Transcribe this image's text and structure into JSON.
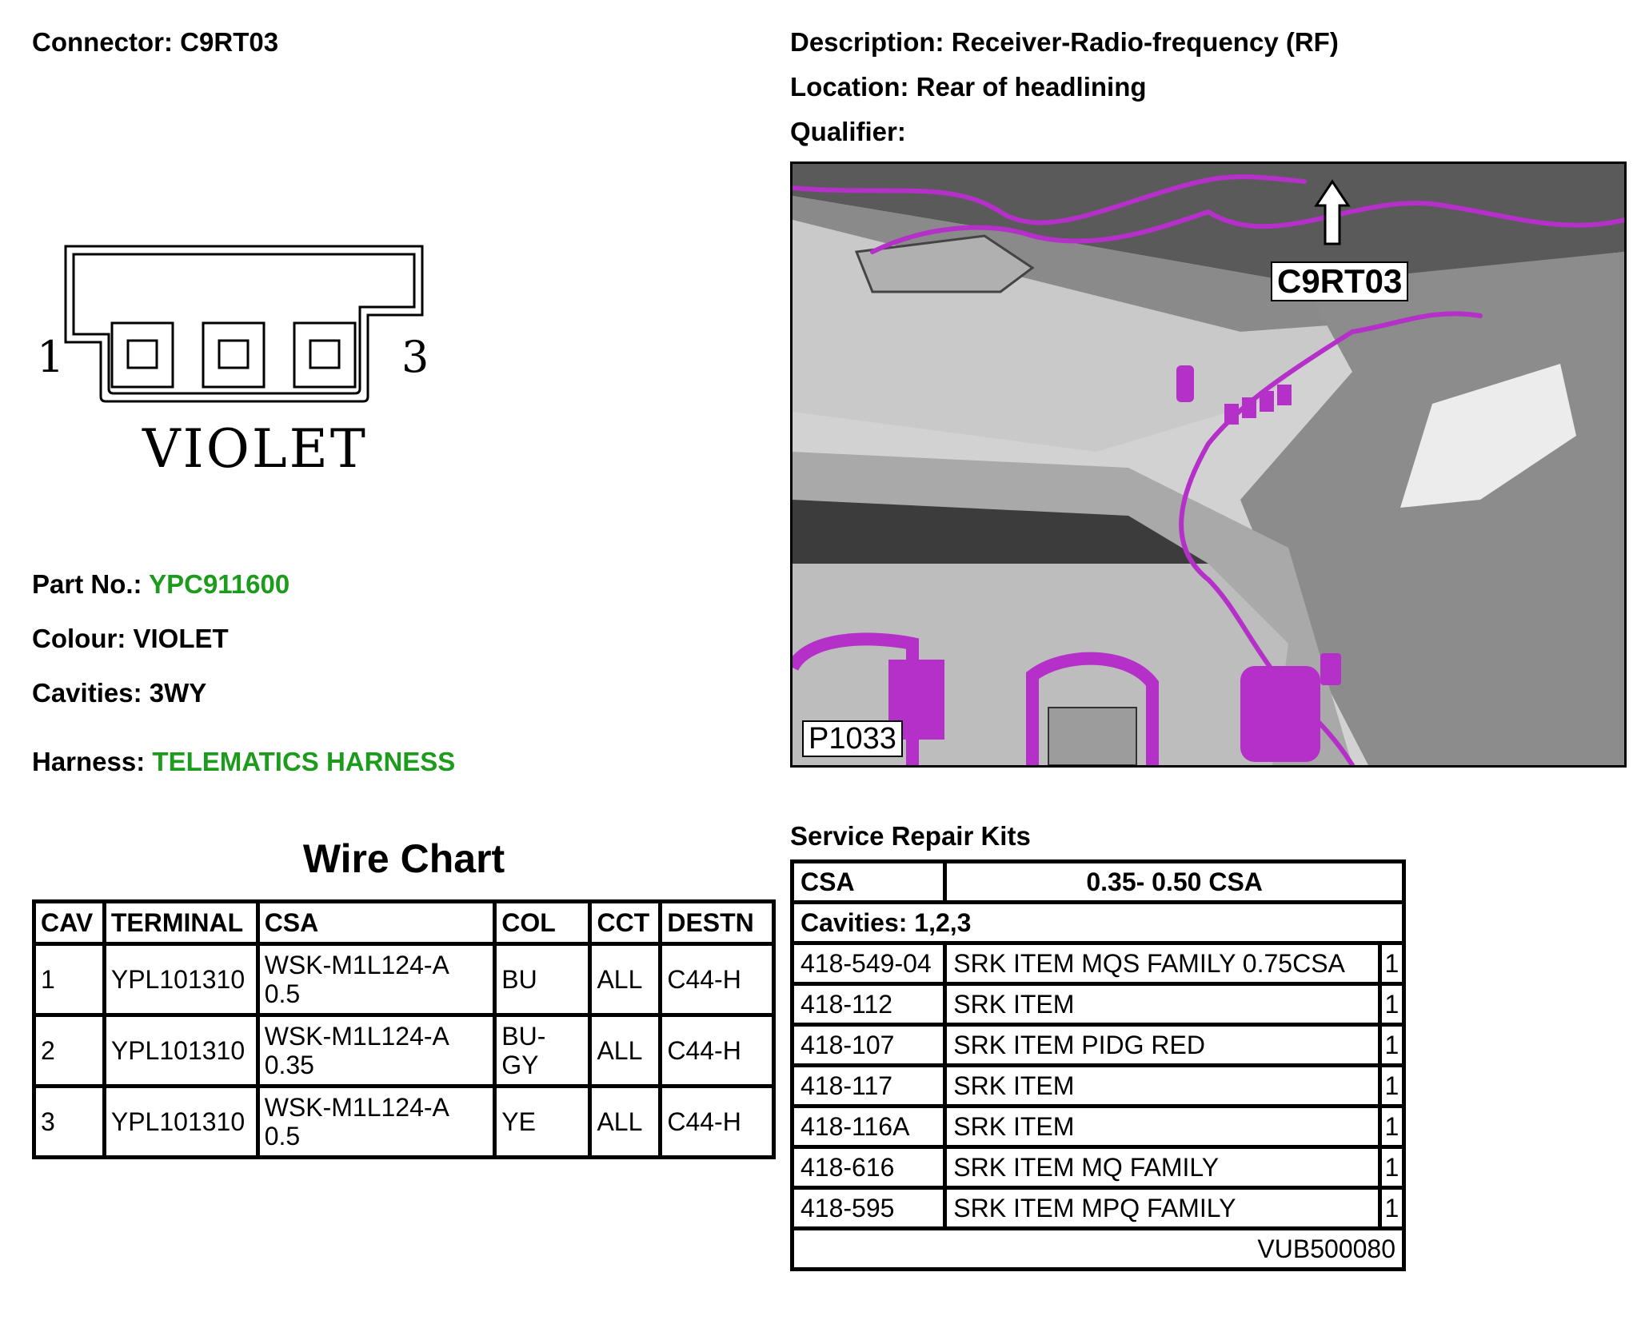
{
  "header": {
    "connector_label": "Connector:",
    "connector_value": "C9RT03",
    "description_label": "Description:",
    "description_value": "Receiver-Radio-frequency (RF)",
    "location_label": "Location:",
    "location_value": "Rear of headlining",
    "qualifier_label": "Qualifier:",
    "qualifier_value": ""
  },
  "connector_diagram": {
    "pin_first": "1",
    "pin_last": "3",
    "colour_text": "VIOLET"
  },
  "part": {
    "part_no_label": "Part No.:",
    "part_no_value": "YPC911600",
    "colour_label": "Colour:",
    "colour_value": "VIOLET",
    "cavities_label": "Cavities:",
    "cavities_value": "3WY",
    "harness_label": "Harness:",
    "harness_value": "TELEMATICS HARNESS"
  },
  "photo": {
    "callout_connector": "C9RT03",
    "callout_other": "P1033"
  },
  "wire_chart": {
    "title": "Wire Chart",
    "columns": [
      "CAV",
      "TERMINAL",
      "CSA",
      "COL",
      "CCT",
      "DESTN"
    ],
    "rows": [
      {
        "cav": "1",
        "terminal": "YPL101310",
        "csa_1": "WSK-M1L124-A",
        "csa_2": "0.5",
        "col_1": "BU",
        "col_2": "",
        "cct": "ALL",
        "destn": "C44-H"
      },
      {
        "cav": "2",
        "terminal": "YPL101310",
        "csa_1": "WSK-M1L124-A",
        "csa_2": "0.35",
        "col_1": "BU-",
        "col_2": "GY",
        "cct": "ALL",
        "destn": "C44-H"
      },
      {
        "cav": "3",
        "terminal": "YPL101310",
        "csa_1": "WSK-M1L124-A",
        "csa_2": "0.5",
        "col_1": "YE",
        "col_2": "",
        "cct": "ALL",
        "destn": "C44-H"
      }
    ]
  },
  "service_kits": {
    "title": "Service Repair Kits",
    "csa_label": "CSA",
    "csa_value": "0.35- 0.50 CSA",
    "cavities_text": "Cavities: 1,2,3",
    "items": [
      {
        "part": "418-549-04",
        "desc": "SRK ITEM MQS FAMILY 0.75CSA",
        "qty": "1"
      },
      {
        "part": "418-112",
        "desc": "SRK ITEM",
        "qty": "1"
      },
      {
        "part": "418-107",
        "desc": "SRK ITEM PIDG RED",
        "qty": "1"
      },
      {
        "part": "418-117",
        "desc": "SRK ITEM",
        "qty": "1"
      },
      {
        "part": "418-116A",
        "desc": "SRK ITEM",
        "qty": "1"
      },
      {
        "part": "418-616",
        "desc": "SRK ITEM MQ FAMILY",
        "qty": "1"
      },
      {
        "part": "418-595",
        "desc": "SRK ITEM MPQ FAMILY",
        "qty": "1"
      }
    ],
    "reference": "VUB500080"
  },
  "colors": {
    "link_green": "#1d9b1d",
    "harness_magenta": "#b430c8"
  }
}
